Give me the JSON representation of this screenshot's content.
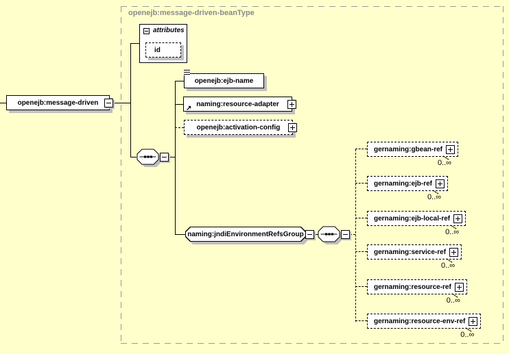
{
  "diagram": {
    "container": {
      "label": "openejb:message-driven-beanType"
    },
    "root_element": {
      "label": "openejb:message-driven"
    },
    "attributes_block": {
      "title": "attributes",
      "attributes": [
        {
          "label": "id"
        }
      ]
    },
    "sequence_children": [
      {
        "label": "openejb:ejb-name",
        "style": "required-simple-text"
      },
      {
        "label": "naming:resource-adapter",
        "style": "required-complex-reference"
      },
      {
        "label": "openejb:activation-config",
        "style": "optional-complex"
      },
      {
        "label": "naming:jndiEnvironmentRefsGroup",
        "style": "model-group"
      }
    ],
    "group_children": [
      {
        "label": "gernaming:gbean-ref",
        "cardinality": "0..∞"
      },
      {
        "label": "gernaming:ejb-ref",
        "cardinality": "0..∞"
      },
      {
        "label": "gernaming:ejb-local-ref",
        "cardinality": "0..∞"
      },
      {
        "label": "gernaming:service-ref",
        "cardinality": "0..∞"
      },
      {
        "label": "gernaming:resource-ref",
        "cardinality": "0..∞"
      },
      {
        "label": "gernaming:resource-env-ref",
        "cardinality": "0..∞"
      }
    ],
    "icons": {
      "reference_arrow": "↗"
    },
    "colors": {
      "background": "#FFFFCC",
      "box_fill": "#FFFFFF",
      "box_border": "#000000",
      "shadow": "#BFBFBF",
      "container_border": "#999999",
      "container_label_text": "#8A8A8A"
    }
  }
}
